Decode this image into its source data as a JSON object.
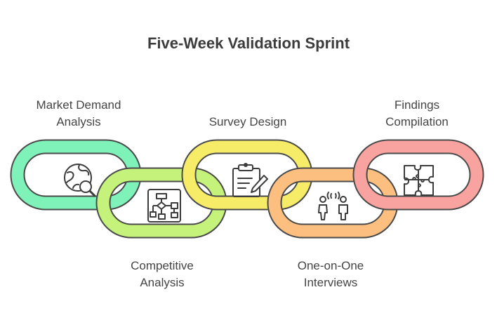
{
  "title": "Five-Week Validation Sprint",
  "steps": [
    {
      "label_lines": [
        "Market Demand",
        "Analysis"
      ],
      "icon": "globe-search-icon",
      "color": "#7ef2b8"
    },
    {
      "label_lines": [
        "Competitive",
        "Analysis"
      ],
      "icon": "flowchart-icon",
      "color": "#c5f27a"
    },
    {
      "label_lines": [
        "Survey Design"
      ],
      "icon": "clipboard-pen-icon",
      "color": "#f7ec68"
    },
    {
      "label_lines": [
        "One-on-One",
        "Interviews"
      ],
      "icon": "two-people-talking-icon",
      "color": "#fcbf80"
    },
    {
      "label_lines": [
        "Findings",
        "Compilation"
      ],
      "icon": "puzzle-icon",
      "color": "#f8a3a0"
    }
  ]
}
